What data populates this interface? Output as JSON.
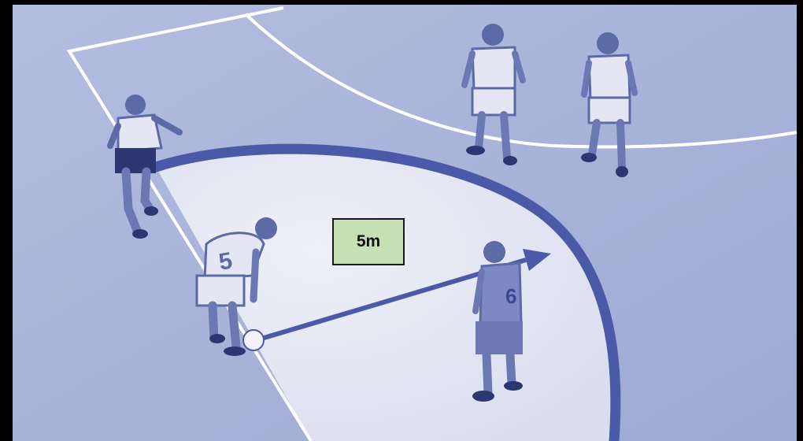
{
  "scene": {
    "distance_label": "5m",
    "colors": {
      "court": "#a9b4d9",
      "court_light": "#e4e7f3",
      "line_white": "#ffffff",
      "arc_blue": "#4a5aa8",
      "player_shade": "#5c6aa6",
      "player_light": "#dfe3f2",
      "player_dark": "#2c3671",
      "label_fill": "#c5e0b4",
      "frame": "#000000"
    },
    "players": [
      {
        "name": "player-left-running"
      },
      {
        "name": "player-5-kicker",
        "number": "5"
      },
      {
        "name": "player-6-receiver",
        "number": "6"
      },
      {
        "name": "player-top-center"
      },
      {
        "name": "player-top-right"
      }
    ]
  }
}
